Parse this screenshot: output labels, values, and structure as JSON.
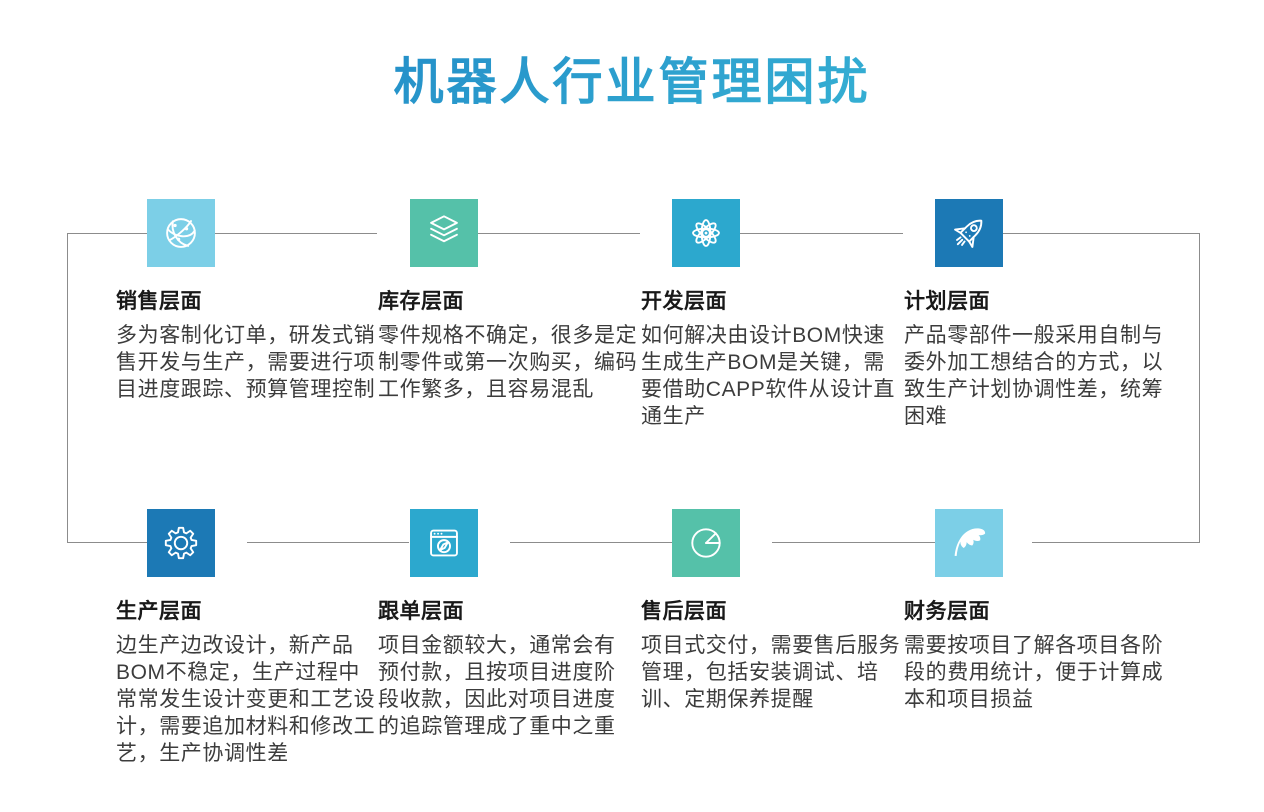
{
  "title": "机器人行业管理困扰",
  "title_gradient": {
    "from": "#1879c1",
    "to": "#41c6db"
  },
  "connector_color": "#8c8c8c",
  "sections": [
    {
      "title": "销售层面",
      "body": "多为客制化订单，研发式销售开发与生产，需要进行项目进度跟踪、预算管理控制",
      "icon": "globe-network-icon",
      "color": "#7ccfe7"
    },
    {
      "title": "库存层面",
      "body": "零件规格不确定，很多是定制零件或第一次购买，编码工作繁多，且容易混乱",
      "icon": "layers-icon",
      "color": "#55c1a9"
    },
    {
      "title": "开发层面",
      "body": "如何解决由设计BOM快速生成生产BOM是关键，需要借助CAPP软件从设计直通生产",
      "icon": "atom-icon",
      "color": "#2ca8ce"
    },
    {
      "title": "计划层面",
      "body": "产品零部件一般采用自制与委外加工想结合的方式，以致生产计划协调性差，统筹困难",
      "icon": "rocket-icon",
      "color": "#1c79b5"
    },
    {
      "title": "生产层面",
      "body": "边生产边改设计，新产品BOM不稳定，生产过程中常常发生设计变更和工艺设计，需要追加材料和修改工艺，生产协调性差",
      "icon": "gear-icon",
      "color": "#1c79b5"
    },
    {
      "title": "跟单层面",
      "body": "项目金额较大，通常会有预付款，且按项目进度阶段收款，因此对项目进度的追踪管理成了重中之重",
      "icon": "browser-compass-icon",
      "color": "#2ca8ce"
    },
    {
      "title": "售后层面",
      "body": "项目式交付，需要售后服务管理，包括安装调试、培训、定期保养提醒",
      "icon": "pie-chart-icon",
      "color": "#55c1a9"
    },
    {
      "title": "财务层面",
      "body": "需要按项目了解各项目各阶段的费用统计，便于计算成本和项目损益",
      "icon": "feather-icon",
      "color": "#7ccfe7"
    }
  ]
}
